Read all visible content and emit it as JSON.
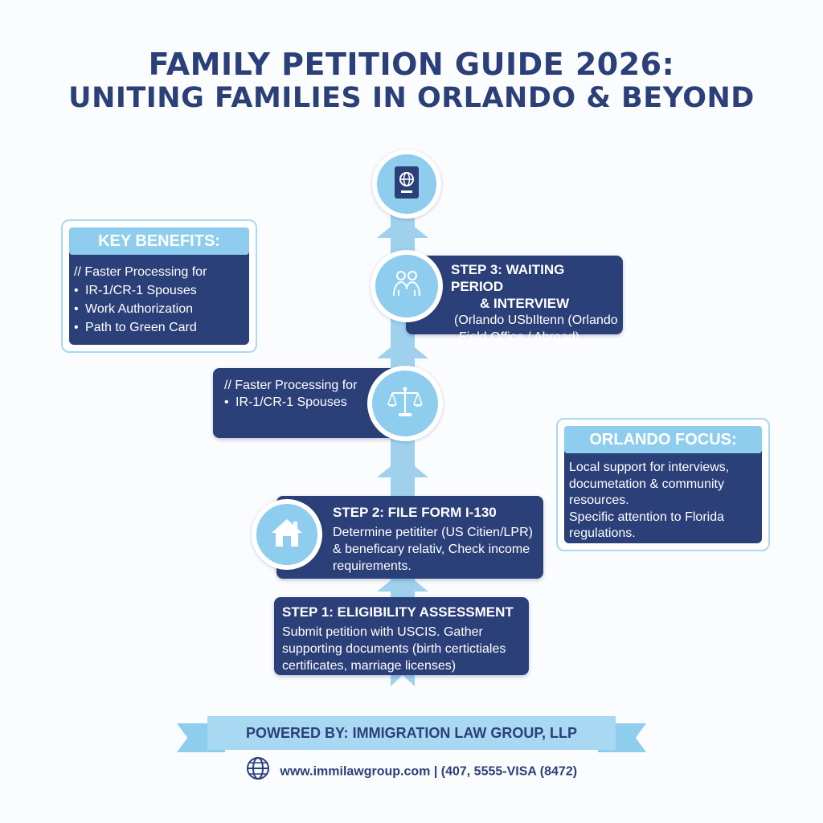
{
  "title": {
    "line1": "FAMILY PETITION GUIDE 2026:",
    "line2": "UNITING FAMILIES IN ORLANDO & BEYOND"
  },
  "key_benefits": {
    "title": "KEY BENEFITS:",
    "lines": [
      "// Faster Processing for",
      "IR-1/CR-1 Spouses",
      "Work Authorization",
      "Path to Green Card"
    ]
  },
  "step3": {
    "heading_line1": "STEP 3: WAITING PERIOD",
    "heading_line2": "& INTERVIEW",
    "line1": "(Orlando USbIltenn (Orlando",
    "line2": "Field Office / Abroad)"
  },
  "middle_box": {
    "line1": "// Faster Processing for",
    "line2": "IR-1/CR-1 Spouses"
  },
  "orlando_focus": {
    "title": "ORLANDO FOCUS:",
    "lines": [
      "Local support for interviews,",
      "documetation & community",
      "resources.",
      "Specific attention to Florida",
      "regulations."
    ]
  },
  "step2": {
    "heading": "STEP 2: FILE FORM I-130",
    "line1": "Determine petititer (US Citien/LPR)",
    "line2": "& beneficary relativ, Check income",
    "line3": "requirements."
  },
  "step1": {
    "heading": "STEP 1: ELIGIBILITY ASSESSMENT",
    "line1": "Submit petition with USCIS. Gather",
    "line2": "supporting documents (birth certictiales",
    "line3": "certificates, marriage licenses)"
  },
  "footer": {
    "powered_by": "POWERED BY: IMMIGRATION LAW GROUP, LLP",
    "contact": "www.immilawgroup.com | (407, 5555-VISA (8472)"
  },
  "icons": {
    "top": "passport-icon",
    "step3": "two-people-icon",
    "middle": "scales-of-justice-icon",
    "step2": "house-icon",
    "footer": "globe-icon"
  },
  "colors": {
    "navy": "#2b3f78",
    "light_blue": "#8fcdee",
    "pale_blue": "#a9d8f2",
    "background": "#fbfcfe"
  }
}
